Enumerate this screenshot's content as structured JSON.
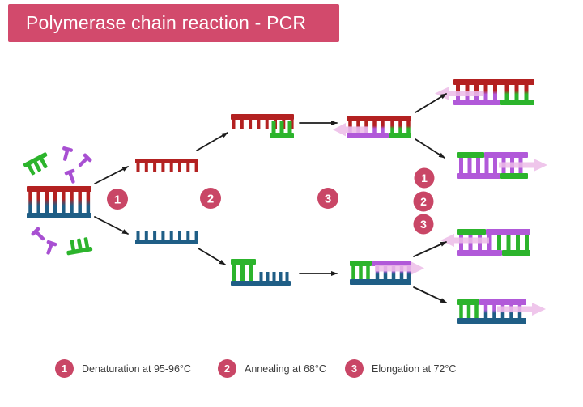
{
  "title": "Polymerase chain reaction - PCR",
  "diagram": {
    "flow_step_badges": [
      "1",
      "2",
      "3"
    ],
    "cycle_repeat_badges": [
      "1",
      "2",
      "3"
    ]
  },
  "legend": {
    "items": [
      {
        "number": "1",
        "label": "Denaturation at 95-96°C"
      },
      {
        "number": "2",
        "label": "Annealing at 68°C"
      },
      {
        "number": "3",
        "label": "Elongation at 72°C"
      }
    ]
  },
  "colors": {
    "background": "#ffffff",
    "banner_bg": "#d24a6c",
    "title_text": "#ffffff",
    "step_circle": "#c94666",
    "dna_red": "#b32121",
    "dna_blue": "#1f5e86",
    "primer_green": "#2cb42c",
    "nucleotide_purple": "#a850d2",
    "new_strand_purple": "#b159d9",
    "extension_arrow": "#ecbce8",
    "flow_arrow": "#1c1c1c",
    "legend_text": "#3c3c3c"
  }
}
